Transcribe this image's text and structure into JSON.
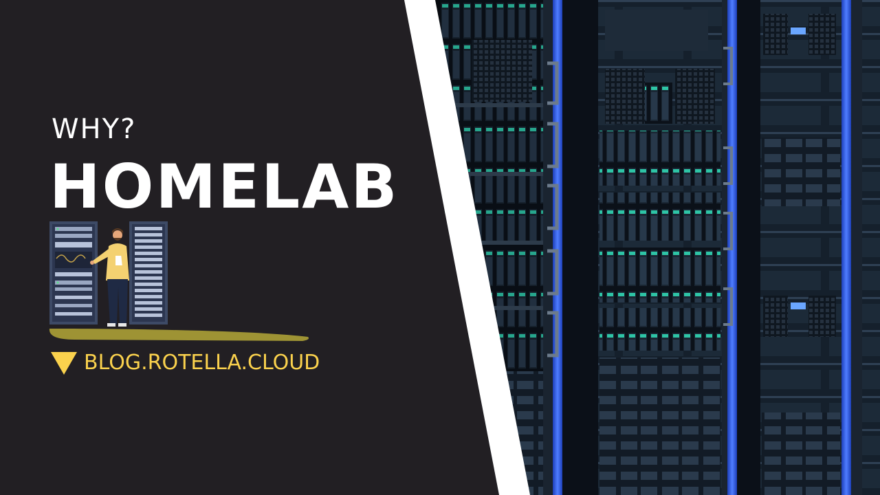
{
  "header": {
    "eyebrow": "WHY?",
    "title": "HOMELAB"
  },
  "footer": {
    "site_url": "BLOG.ROTELLA.CLOUD"
  },
  "icons": {
    "url_marker": "triangle-down-icon",
    "illustration": "server-rack-person-icon"
  },
  "colors": {
    "background": "#221f23",
    "accent_yellow": "#fbd24d",
    "ground_olive": "#9e9334",
    "rack_led_blue": "#3c6cf0",
    "drive_led_teal": "#2ec4a6",
    "text_white": "#ffffff"
  }
}
